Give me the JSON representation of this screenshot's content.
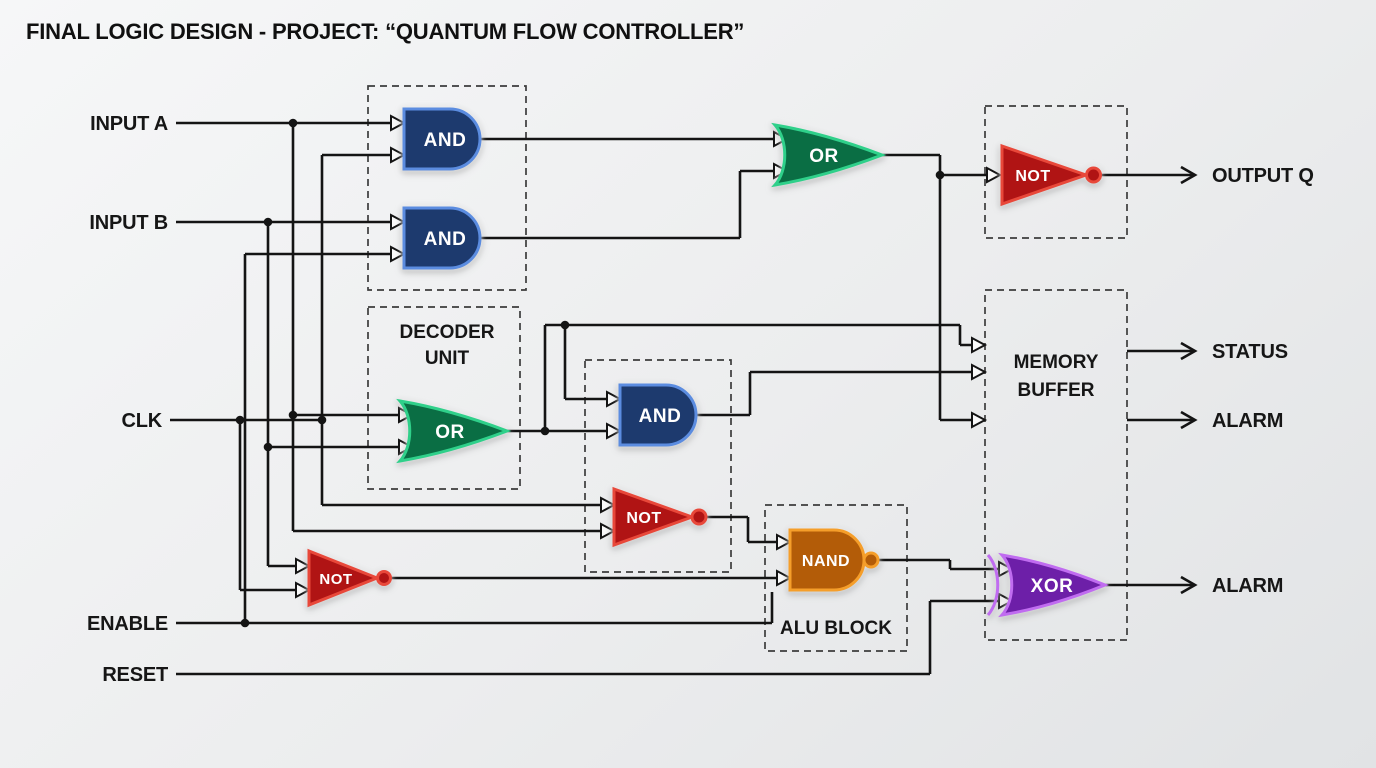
{
  "title": "FINAL LOGIC DESIGN - PROJECT: “QUANTUM FLOW CONTROLLER”",
  "inputs": {
    "input_a": "INPUT A",
    "input_b": "INPUT B",
    "clk": "CLK",
    "enable": "ENABLE",
    "reset": "RESET"
  },
  "outputs": {
    "output_q": "OUTPUT Q",
    "status": "STATUS",
    "alarm_mid": "ALARM",
    "alarm_bottom": "ALARM"
  },
  "blocks": {
    "decoder": {
      "line1": "DECODER",
      "line2": "UNIT"
    },
    "memory": {
      "line1": "MEMORY",
      "line2": "BUFFER"
    },
    "alu": {
      "label": "ALU BLOCK"
    }
  },
  "gates": {
    "and_top1": "AND",
    "and_top2": "AND",
    "or_main": "OR",
    "not_output": "NOT",
    "or_decoder": "OR",
    "and_mid": "AND",
    "not_mid": "NOT",
    "not_low": "NOT",
    "nand_alu": "NAND",
    "xor_alarm": "XOR"
  },
  "colors": {
    "wire": "#141414",
    "and_fill": "#1d3a6e",
    "and_stroke": "#5b8ce0",
    "or_fill": "#0a6e44",
    "or_stroke": "#2fd08a",
    "not_fill": "#b01414",
    "not_stroke": "#e8483a",
    "nand_fill": "#b35c08",
    "nand_stroke": "#f59e2a",
    "xor_fill": "#6d1fa8",
    "xor_stroke": "#c06cf0"
  }
}
